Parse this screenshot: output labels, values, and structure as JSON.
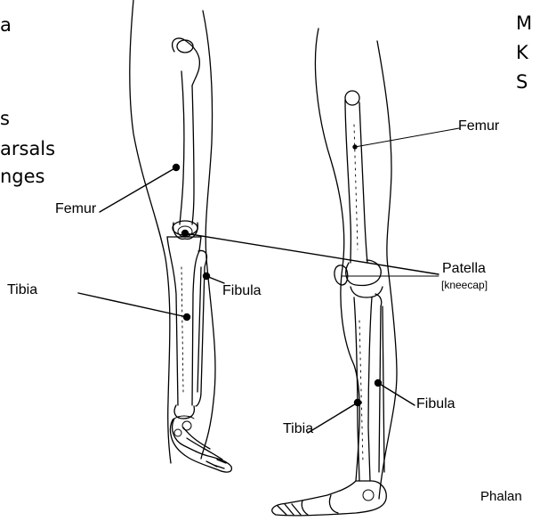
{
  "left_text_fragments": [
    "a",
    "s",
    "arsals",
    "nges"
  ],
  "right_text_fragments": [
    "M",
    "K",
    "S"
  ],
  "labels": {
    "femur_left": "Femur",
    "femur_right": "Femur",
    "tibia_left": "Tibia",
    "tibia_right": "Tibia",
    "fibula_left": "Fibula",
    "fibula_right": "Fibula",
    "patella": "Patella",
    "patella_note": "[kneecap]",
    "phalanges_partial": "Phalan"
  }
}
